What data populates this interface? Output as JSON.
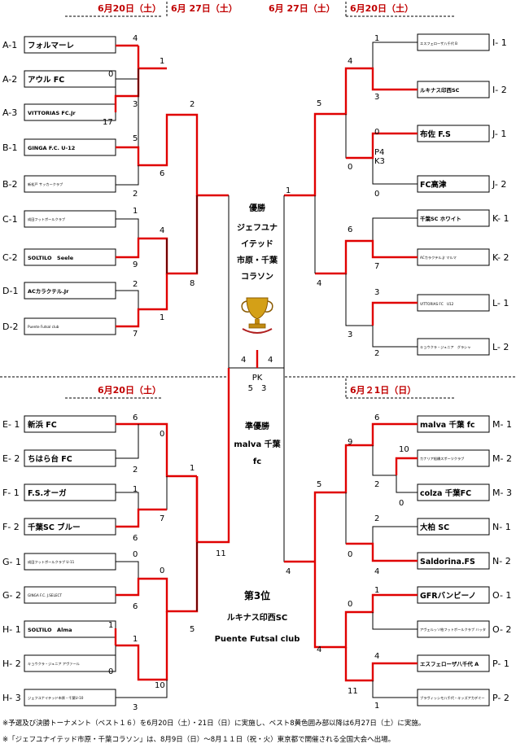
{
  "dates": {
    "top_left_r16": "6月20日（土）",
    "top_left_qf": "6月 27日（土）",
    "top_right_qf": "6月 27日（土）",
    "top_right_r16": "6月20日（土）",
    "bottom_left": "6月20日（土）",
    "bottom_right": "6月２1日（日）"
  },
  "left_top": [
    {
      "seed": "A-1",
      "name": "フォルマーレ"
    },
    {
      "seed": "A-2",
      "name": "アウル FC"
    },
    {
      "seed": "A-3",
      "name": "VITTORIAS FC.Jr"
    },
    {
      "seed": "B-1",
      "name": "GINGA F.C. U-12"
    },
    {
      "seed": "B-2",
      "name": "新松戸 サッカークラブ"
    },
    {
      "seed": "C-1",
      "name": "成田フットボールクラブ"
    },
    {
      "seed": "C-2",
      "name": "SOLTILO　Seele"
    },
    {
      "seed": "D-1",
      "name": "ACカラクテル.Jr"
    },
    {
      "seed": "D-2",
      "name": "Puente Futsal club"
    }
  ],
  "right_top": [
    {
      "seed": "I- 1",
      "name": "エスフェローザ八千代 B"
    },
    {
      "seed": "I- 2",
      "name": "ルキナス印西SC"
    },
    {
      "seed": "J- 1",
      "name": "布佐 F.S"
    },
    {
      "seed": "J- 2",
      "name": "FC高津"
    },
    {
      "seed": "K- 1",
      "name": "千葉SC ホワイト"
    },
    {
      "seed": "K- 2",
      "name": "ACカラクテル.Jr マルマ"
    },
    {
      "seed": "L- 1",
      "name": "VITTORIAS FC　U12"
    },
    {
      "seed": "L- 2",
      "name": "キョウクラ・ジュニア　グラシャ"
    }
  ],
  "left_bottom": [
    {
      "seed": "E- 1",
      "name": "新浜 FC"
    },
    {
      "seed": "E- 2",
      "name": "ちはら台 FC"
    },
    {
      "seed": "F- 1",
      "name": "F.S.オーガ"
    },
    {
      "seed": "F- 2",
      "name": "千葉SC ブルー"
    },
    {
      "seed": "G- 1",
      "name": "成田フットボールクラブ U-11"
    },
    {
      "seed": "G- 2",
      "name": "GINGA F.C. J.SELECT"
    },
    {
      "seed": "H- 1",
      "name": "SOLTILO　Alma"
    },
    {
      "seed": "H- 2",
      "name": "キョウクラ・ジュニア アヴァール"
    },
    {
      "seed": "H- 3",
      "name": "ジェフユナイテッド市原・千葉U-10"
    }
  ],
  "right_bottom": [
    {
      "seed": "M- 1",
      "name": "malva 千葉 fc"
    },
    {
      "seed": "M- 2",
      "name": "カナリア船橋スポーツクラブ"
    },
    {
      "seed": "M- 3",
      "name": "colza 千葉FC"
    },
    {
      "seed": "N- 1",
      "name": "大柏 SC"
    },
    {
      "seed": "N- 2",
      "name": "Saldorina.FS"
    },
    {
      "seed": "O- 1",
      "name": "GFRバンビーノ"
    },
    {
      "seed": "O- 2",
      "name": "アヴェルッソ柏フットボールクラブ ハッタ"
    },
    {
      "seed": "P- 1",
      "name": "エスフェローザ八千代 A"
    },
    {
      "seed": "P- 2",
      "name": "ブラヴィッシモ八千代・キッズアカデミー"
    }
  ],
  "center": {
    "champion_label": "優勝",
    "champion_name_1": "ジェフユナ",
    "champion_name_2": "イテッド",
    "champion_name_3": "市原・千葉",
    "champion_name_4": "コラソン",
    "final_left_score": "4",
    "final_right_score": "4",
    "pk_label": "PK",
    "pk_scores": "5　3",
    "runnerup_label": "準優勝",
    "runnerup_name_1": "malva 千葉",
    "runnerup_name_2": "fc",
    "third_label": "第3位",
    "third_team_1": "ルキナス印西SC",
    "third_team_2": "Puente Futsal club"
  },
  "scores": {
    "lt": [
      "4",
      "0",
      "3",
      "17",
      "5",
      "6",
      "2",
      "1",
      "9",
      "1",
      "4",
      "2",
      "1",
      "7",
      "2",
      "8"
    ],
    "rt": [
      "1",
      "3",
      "0",
      "0",
      "P4",
      "K3",
      "0",
      "7",
      "3",
      "2",
      "4",
      "3",
      "5",
      "4",
      "6",
      "1"
    ],
    "lb": [
      "6",
      "2",
      "1",
      "6",
      "0",
      "6",
      "1",
      "0",
      "3",
      "0",
      "7",
      "0",
      "10",
      "1",
      "5",
      "11"
    ],
    "rb": [
      "6",
      "10",
      "0",
      "2",
      "9",
      "2",
      "4",
      "1",
      "0",
      "4",
      "1",
      "0",
      "11",
      "5",
      "4",
      "4"
    ]
  },
  "notes": {
    "line1": "※予選及び決勝トーナメント（ベスト１６）を6月20日（土）・21日（日）に実施し、ベスト8黄色囲み部以降は6月27日（土）に実施。",
    "line2": "※「ジェフユナイテッド市原・千葉コラソン」は、8月9日（日）～8月１１日（祝・火）東京都で開催される全国大会へ出場。"
  },
  "trophy_icon": "trophy-icon",
  "colors": {
    "winner_line": "#e00000",
    "date_text": "#c00000"
  }
}
